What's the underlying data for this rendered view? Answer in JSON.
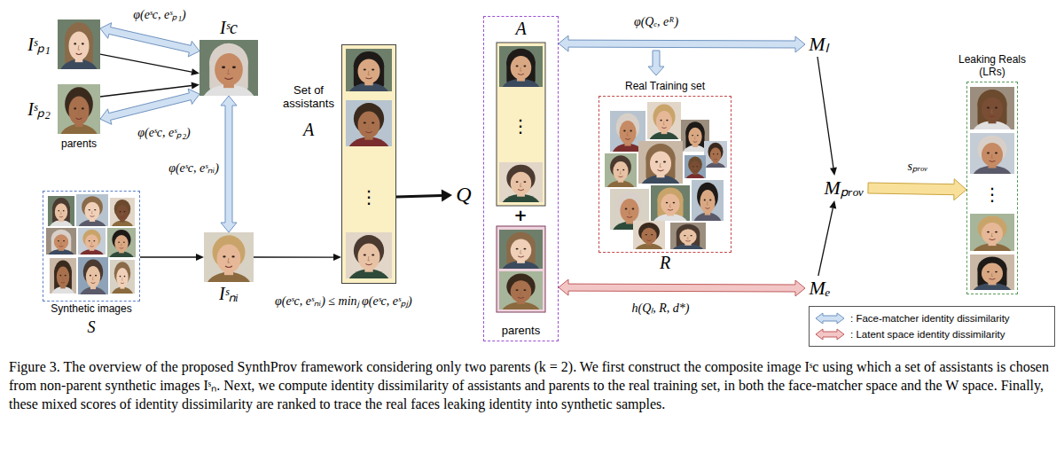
{
  "diagram": {
    "caption": "Figure 3. The overview of the proposed SynthProv framework considering only two parents (k = 2). We first construct the composite image Iˢc using which a set of assistants is chosen from non-parent synthetic images Iˢₙ. Next, we compute identity dissimilarity of assistants and parents to the real training set, in both the face-matcher space and the W space. Finally, these mixed scores of identity dissimilarity are ranked to trace the real faces leaking identity into synthetic samples.",
    "nodes": [
      {
        "text": [
          "Iˢₚ₁"
        ]
      },
      {
        "text": [
          "Iˢₚ₂"
        ]
      },
      {
        "text": [
          "Iˢc"
        ]
      },
      {
        "text": [
          "Synthetic images",
          "S"
        ]
      },
      {
        "text": [
          "Iˢₙᵢ"
        ]
      },
      {
        "text": [
          "Set of assistants",
          "A"
        ]
      },
      {
        "text": [
          "Q"
        ]
      },
      {
        "text": [
          "A",
          "parents"
        ]
      },
      {
        "text": [
          "Mₗ"
        ]
      },
      {
        "text": [
          "Real Training set",
          "R"
        ]
      },
      {
        "text": [
          "Mₑ"
        ]
      },
      {
        "text": [
          "Mₚᵣₒᵥ"
        ]
      },
      {
        "text": [
          "Leaking Reals (LRs)"
        ]
      }
    ],
    "edges": [
      {
        "from": 0,
        "to": 2,
        "arrow": "to"
      },
      {
        "from": 1,
        "to": 2,
        "arrow": "to"
      },
      {
        "from": 0,
        "to": 2,
        "label": "φ(eˢc, eˢₚ₁)",
        "arrow": "both"
      },
      {
        "from": 1,
        "to": 2,
        "label": "φ(eˢc, eˢₚ₂)",
        "arrow": "both"
      },
      {
        "from": 2,
        "to": 4,
        "label": "φ(eˢc, eˢₙᵢ)",
        "arrow": "both"
      },
      {
        "from": 3,
        "to": 4,
        "arrow": "to"
      },
      {
        "from": 4,
        "to": 5,
        "arrow": "to"
      },
      {
        "from": 5,
        "to": 6,
        "arrow": "to"
      },
      {
        "from": 7,
        "to": 8,
        "label": "φ(Qₑ, eᴿ)",
        "arrow": "both"
      },
      {
        "from": 7,
        "to": 10,
        "label": "h(Qₗ, R, d*)",
        "arrow": "both"
      },
      {
        "from": 8,
        "to": 11,
        "arrow": "to"
      },
      {
        "from": 10,
        "to": 11,
        "arrow": "to"
      },
      {
        "from": 11,
        "to": 12,
        "label": "sₚᵣₒᵥ",
        "arrow": "to"
      }
    ],
    "labels": [
      "parents",
      "φ(eˢc, eˢₙᵢ) ≤ minⱼ φ(eˢc, eˢₚⱼ)",
      "⋮",
      "⋮",
      "+",
      "⋮"
    ],
    "legend": [
      {
        "text": ": Face-matcher identity dissimilarity"
      },
      {
        "text": ": Latent space identity dissimilarity"
      }
    ]
  }
}
